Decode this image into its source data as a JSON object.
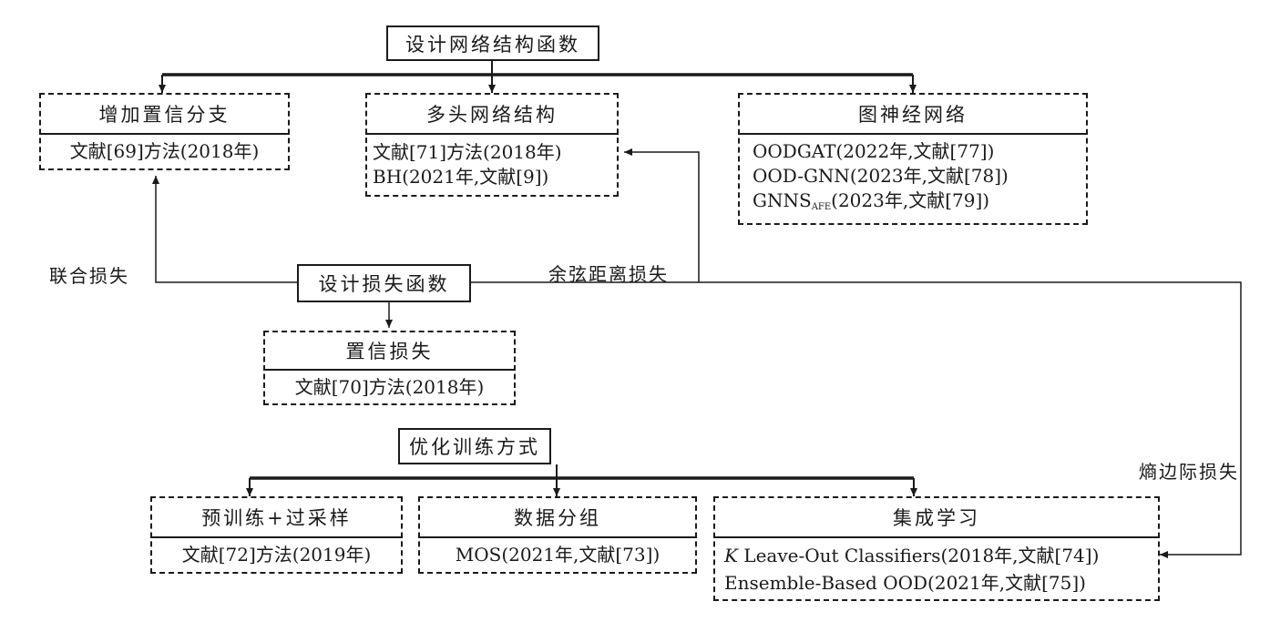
{
  "diagram": {
    "network_group": {
      "root": "设计网络结构函数",
      "children": [
        {
          "title": "增加置信分支",
          "items": [
            "文献[69]方法(2018年)"
          ]
        },
        {
          "title": "多头网络结构",
          "items": [
            "文献[71]方法(2018年)",
            "BH(2021年,文献[9])"
          ]
        },
        {
          "title": "图神经网络",
          "items": [
            "OODGAT(2022年,文献[77])",
            "OOD-GNN(2023年,文献[78])"
          ],
          "gnns_item": {
            "prefix": "GNNS",
            "subscript": "AFE",
            "suffix": "(2023年,文献[79])"
          }
        }
      ]
    },
    "loss_group": {
      "root": "设计损失函数",
      "child": {
        "title": "置信损失",
        "items": [
          "文献[70]方法(2018年)"
        ]
      },
      "edge_labels": {
        "joint_loss": "联合损失",
        "cosine_loss": "余弦距离损失",
        "entropy_margin_loss": "熵边际损失"
      }
    },
    "training_group": {
      "root": "优化训练方式",
      "children": [
        {
          "title": "预训练+过采样",
          "items": [
            "文献[72]方法(2019年)"
          ]
        },
        {
          "title": "数据分组",
          "items": [
            "MOS(2021年,文献[73])"
          ]
        },
        {
          "title": "集成学习",
          "k_item": {
            "italic": "K",
            "rest": " Leave-Out Classifiers(2018年,文献[74])"
          },
          "items": [
            "Ensemble-Based OOD(2021年,文献[75])"
          ]
        }
      ]
    }
  }
}
